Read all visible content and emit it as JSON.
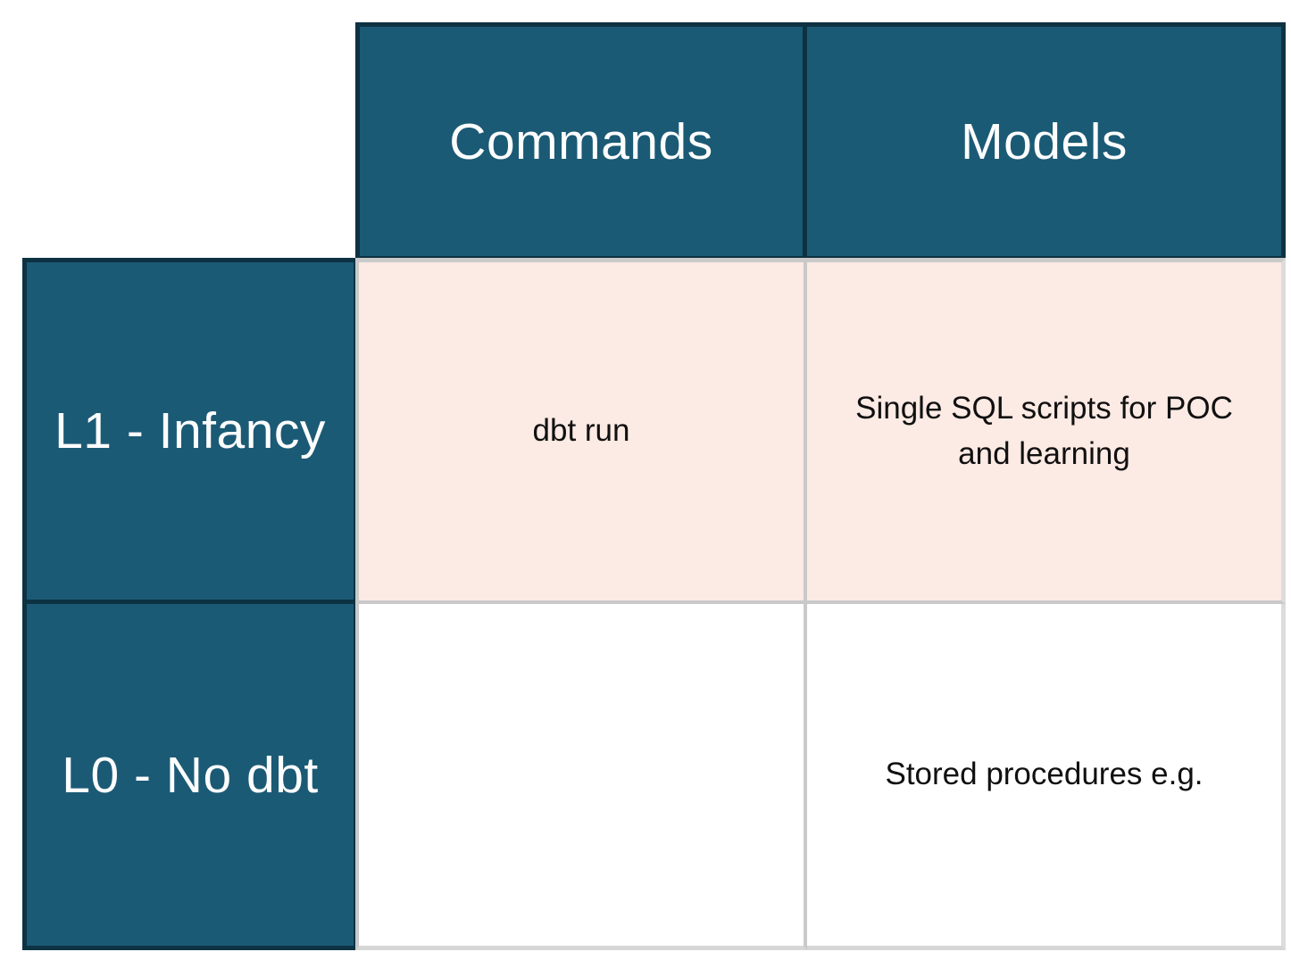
{
  "table": {
    "column_headers": {
      "commands": "Commands",
      "models": "Models"
    },
    "row_headers": {
      "l1": "L1 - Infancy",
      "l0": "L0 - No dbt"
    },
    "cells": {
      "l1_commands": "dbt run",
      "l1_models": "Single SQL scripts for POC\nand learning",
      "l0_commands": "",
      "l0_models": "Stored procedures e.g."
    },
    "colors": {
      "header_background": "#1b5a75",
      "header_border": "#0d3242",
      "header_text": "#fdfdfd",
      "l1_row_background": "#fceae4",
      "l0_row_background": "#ffffff",
      "grid_line": "#c9c9c9",
      "cell_text": "#101010"
    }
  },
  "chart_data": {
    "type": "table",
    "columns": [
      "",
      "Commands",
      "Models"
    ],
    "rows": [
      [
        "L1 - Infancy",
        "dbt run",
        "Single SQL scripts for POC and learning"
      ],
      [
        "L0 - No dbt",
        "",
        "Stored procedures e.g."
      ]
    ]
  }
}
